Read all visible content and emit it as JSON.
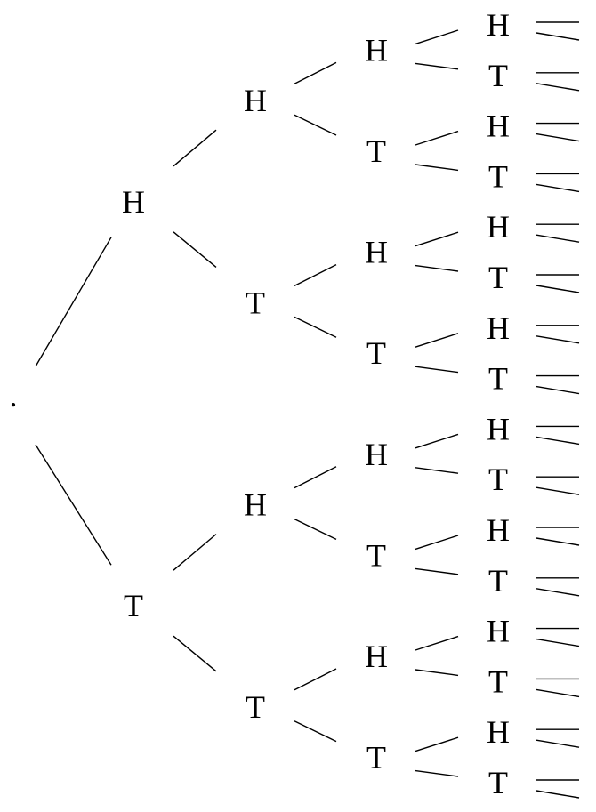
{
  "diagram": {
    "title": "Coin toss tree diagram (4 tosses)",
    "root_label": ".",
    "levels": 4,
    "outcome_labels": [
      "H",
      "T"
    ]
  }
}
